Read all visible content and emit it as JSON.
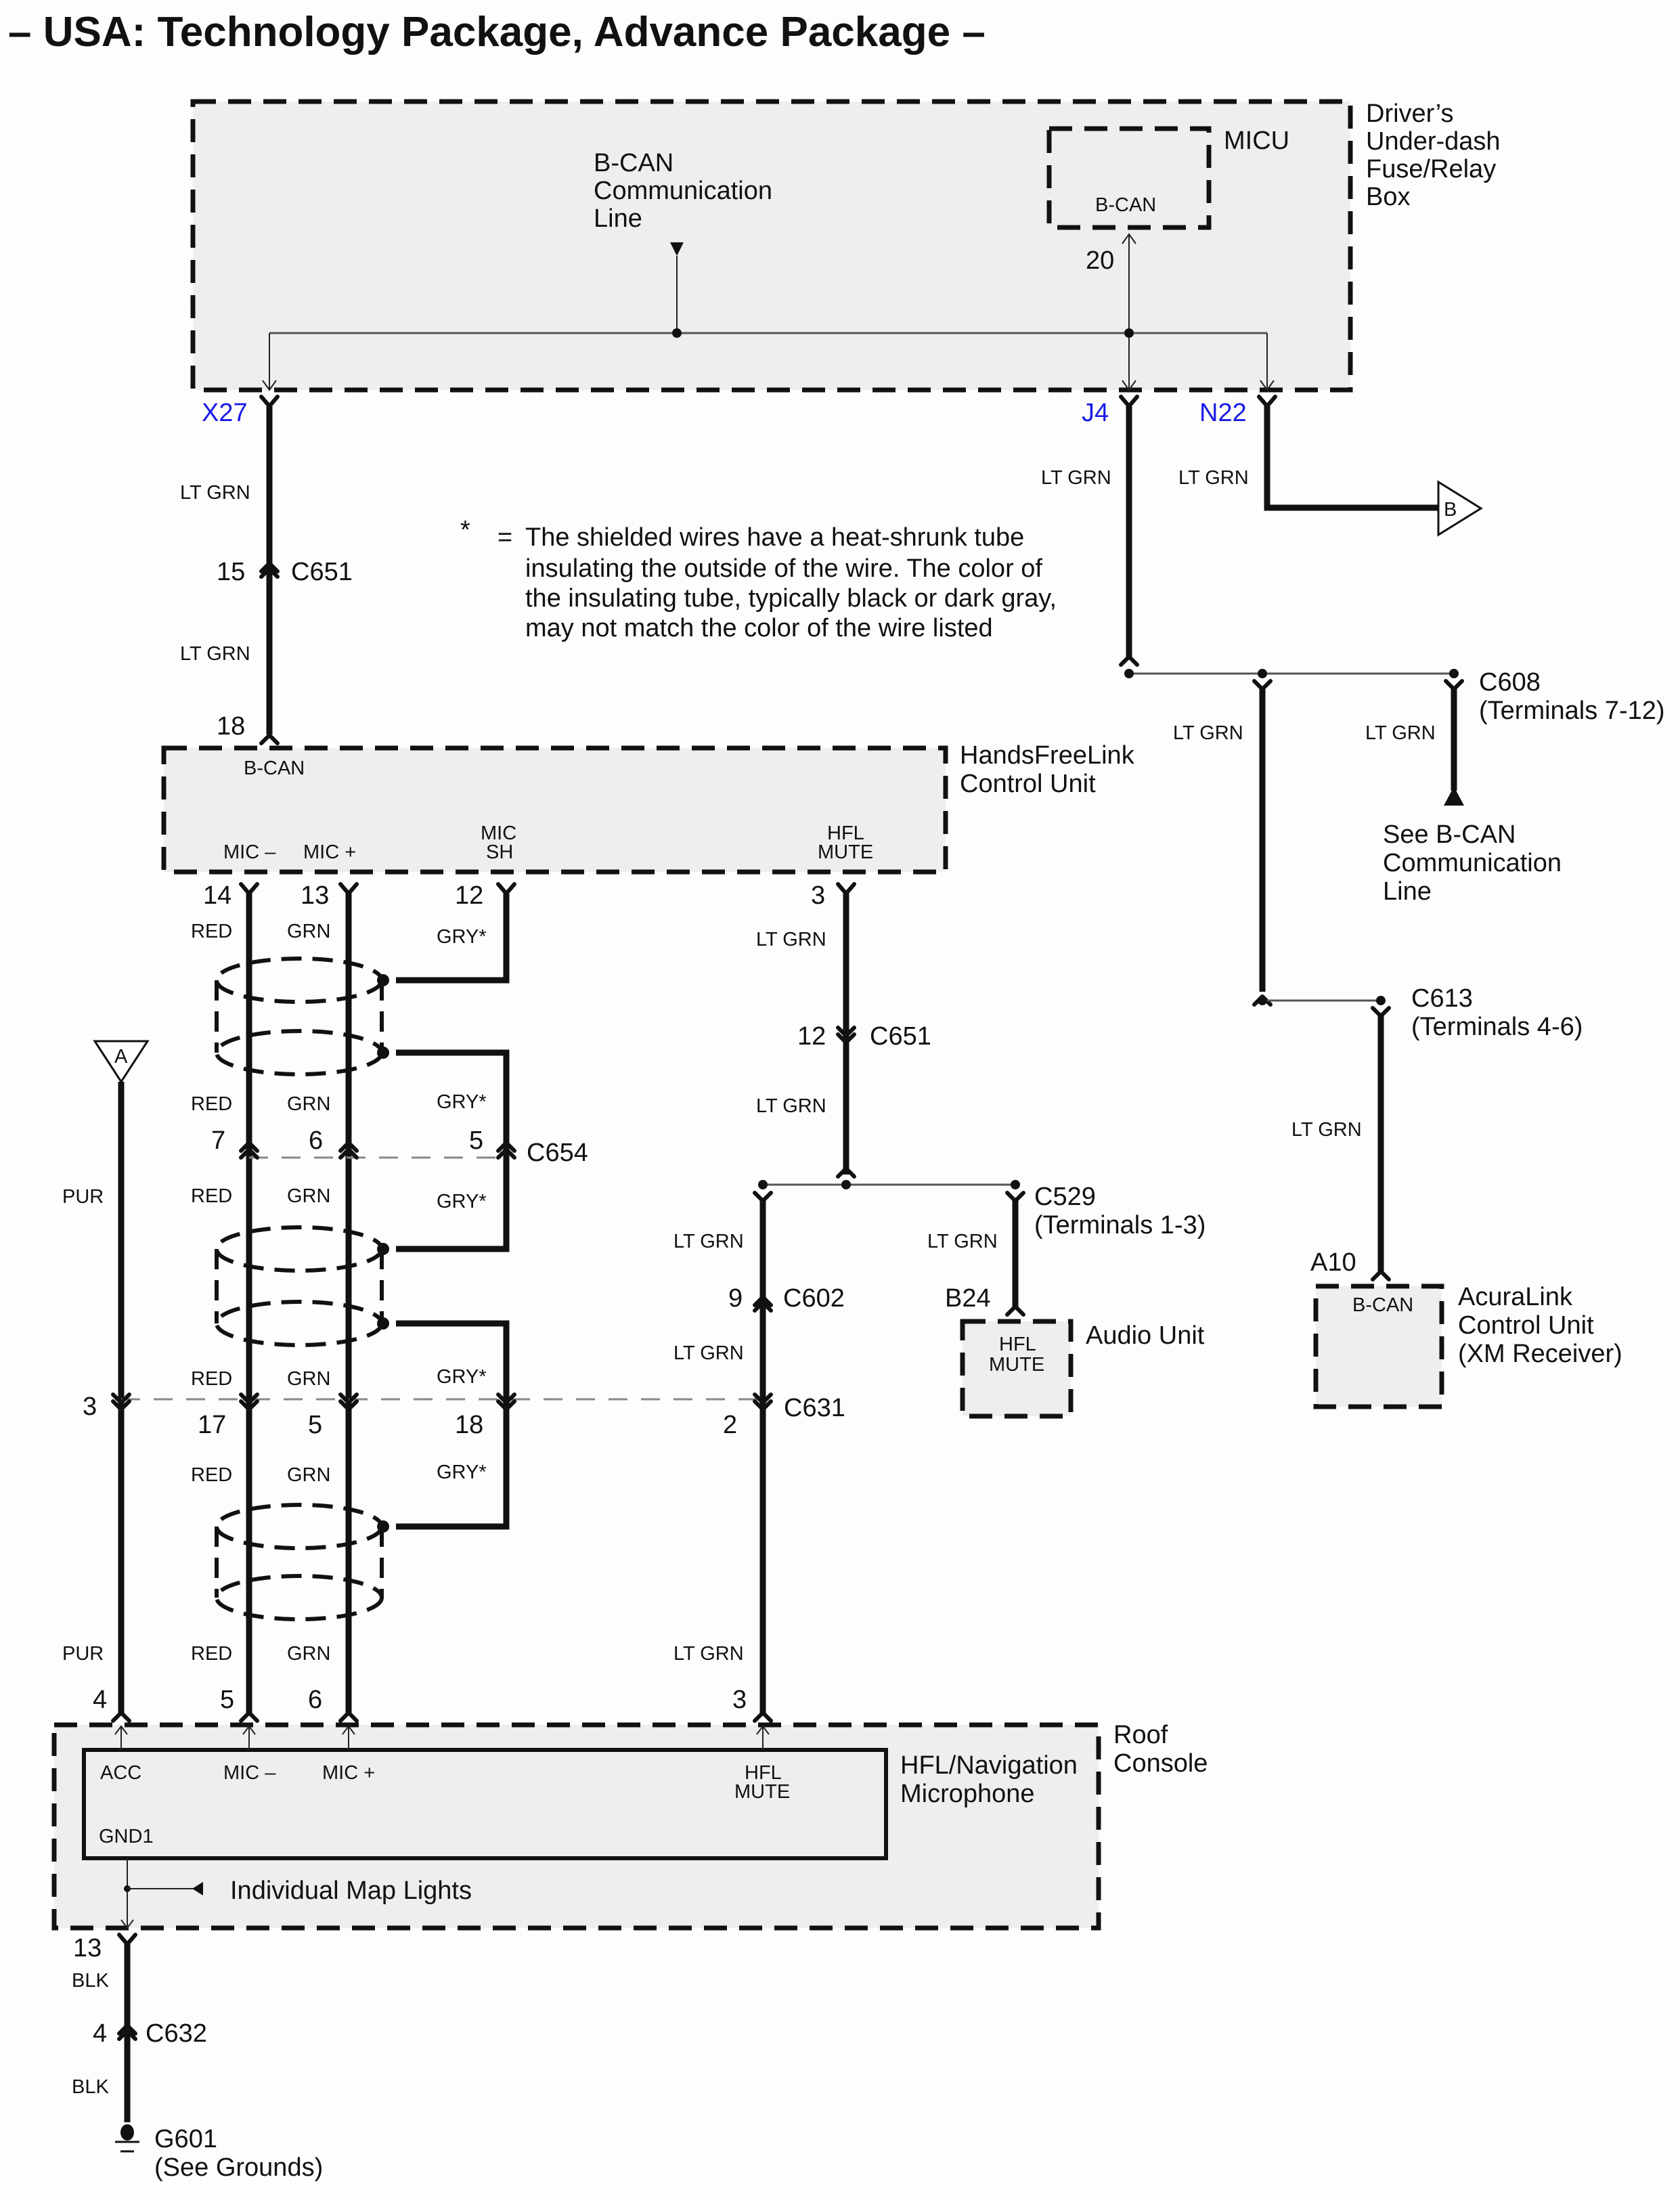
{
  "title": "– USA: Technology Package, Advance Package –",
  "note": {
    "symbol": "*",
    "eq": "=",
    "lines": [
      "The shielded wires have a heat-shrunk tube",
      "insulating the outside of the wire.  The color of",
      "the insulating tube, typically black or dark gray,",
      "may not match the color of the wire listed"
    ]
  },
  "fuse_box": {
    "label": [
      "Driver’s",
      "Under-dash",
      "Fuse/Relay",
      "Box"
    ],
    "bcan_line_label": [
      "B-CAN",
      "Communication",
      "Line"
    ],
    "micu": {
      "label": "MICU",
      "terminal": "B-CAN",
      "pin": "20"
    },
    "outputs": [
      "X27",
      "J4",
      "N22"
    ]
  },
  "hfl_control_unit": {
    "label": [
      "HandsFreeLink",
      "Control Unit"
    ],
    "bcan": "B-CAN",
    "bcan_pin": "18",
    "terminals": [
      {
        "name": "MIC –",
        "pin": "14"
      },
      {
        "name": "MIC +",
        "pin": "13"
      },
      {
        "name": "MIC SH",
        "lines": [
          "MIC",
          "SH"
        ],
        "pin": "12"
      },
      {
        "name": "HFL MUTE",
        "lines": [
          "HFL",
          "MUTE"
        ],
        "pin": "3"
      }
    ]
  },
  "wires": {
    "x27_upper": "LT GRN",
    "x27_lower": "LT GRN",
    "j4": "LT GRN",
    "n22": "LT GRN",
    "c608_left": "LT GRN",
    "c608_right": "LT GRN",
    "c613": "LT GRN",
    "mute_upper": "LT GRN",
    "mute_lower": "LT GRN",
    "c602_upper": "LT GRN",
    "c602_lower": "LT GRN",
    "c529": "LT GRN",
    "mute_bottom": "LT GRN",
    "mic_minus": "RED",
    "mic_plus": "GRN",
    "mic_sh": "GRY*",
    "acc": "PUR",
    "ground": "BLK"
  },
  "connectors": {
    "c651_a": {
      "name": "C651",
      "pin": "15"
    },
    "c651_b": {
      "name": "C651",
      "pin": "12"
    },
    "c654": {
      "name": "C654",
      "pins": [
        "7",
        "6",
        "5"
      ]
    },
    "c631": {
      "name": "C631",
      "pins_top": [
        "3",
        "2"
      ],
      "pins_bottom": [
        "17",
        "5",
        "18"
      ]
    },
    "c602": {
      "name": "C602",
      "pin": "9"
    },
    "c529": {
      "name": "C529",
      "sub": "(Terminals 1-3)"
    },
    "c608": {
      "name": "C608",
      "sub": "(Terminals 7-12)"
    },
    "c613": {
      "name": "C613",
      "sub": "(Terminals 4-6)"
    },
    "c632": {
      "name": "C632",
      "pin": "4"
    }
  },
  "offpage": {
    "a": "A",
    "b": "B"
  },
  "see_bcan": [
    "See B-CAN",
    "Communication",
    "Line"
  ],
  "audio_unit": {
    "label": "Audio Unit",
    "pin": "B24",
    "terminal": [
      "HFL",
      "MUTE"
    ]
  },
  "acuralink": {
    "label": [
      "AcuraLink",
      "Control Unit",
      "(XM Receiver)"
    ],
    "pin": "A10",
    "terminal": "B-CAN"
  },
  "roof_console": {
    "label": [
      "Roof",
      "Console"
    ],
    "mic_label": [
      "HFL/Navigation",
      "Microphone"
    ],
    "terminals": [
      {
        "name": "ACC",
        "pin": "4"
      },
      {
        "name": "MIC –",
        "pin": "5"
      },
      {
        "name": "MIC +",
        "pin": "6"
      },
      {
        "name": "HFL MUTE",
        "lines": [
          "HFL",
          "MUTE"
        ],
        "pin": "3"
      }
    ],
    "gnd": "GND1",
    "map_lights": "Individual Map Lights",
    "gnd_pin": "13"
  },
  "ground": {
    "name": "G601",
    "sub": "(See Grounds)"
  }
}
